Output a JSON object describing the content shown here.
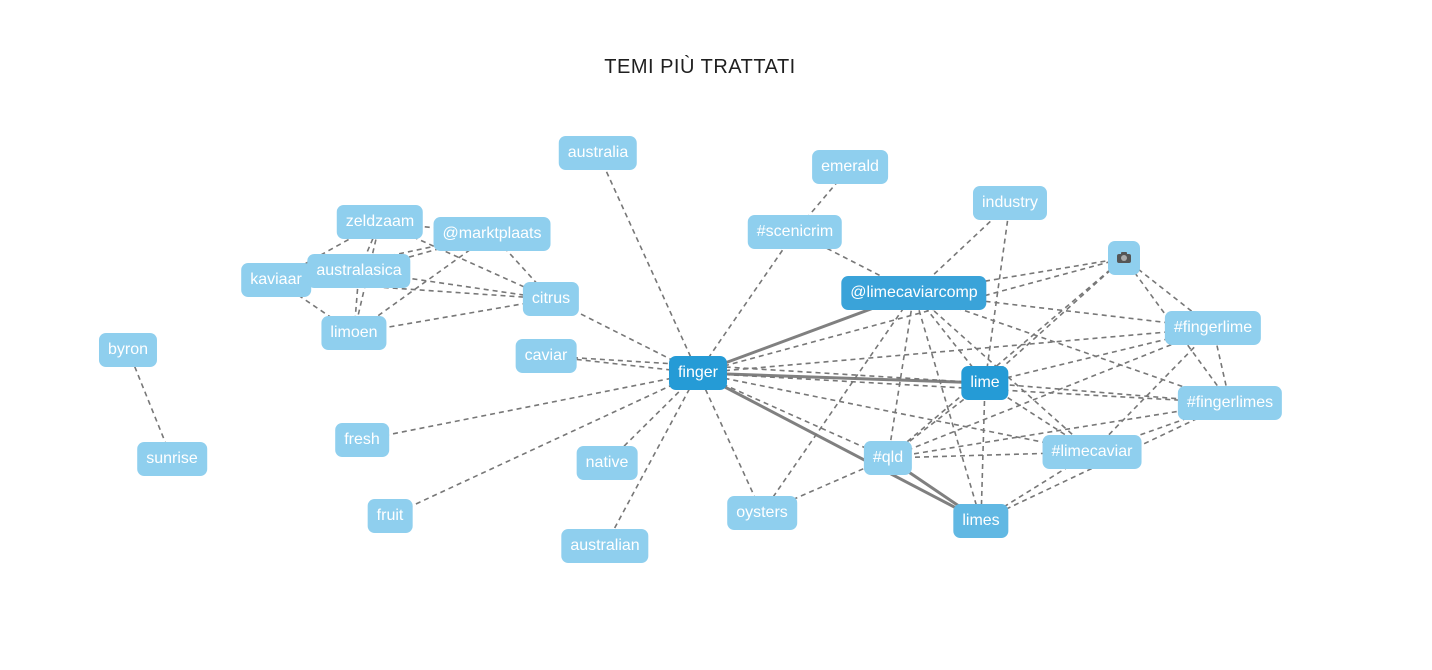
{
  "title": "TEMI PIÙ TRATTATI",
  "colors": {
    "node_light": "#8fcfee",
    "node_mid": "#61b8e3",
    "node_dark": "#259bd6",
    "edge_dashed": "#777777",
    "edge_strong": "#808080",
    "text": "#ffffff"
  },
  "nodes": [
    {
      "id": "australia",
      "label": "australia",
      "tone": "t1"
    },
    {
      "id": "emerald",
      "label": "emerald",
      "tone": "t1"
    },
    {
      "id": "industry",
      "label": "industry",
      "tone": "t1"
    },
    {
      "id": "zeldzaam",
      "label": "zeldzaam",
      "tone": "t1"
    },
    {
      "id": "marktplaats",
      "label": "@marktplaats",
      "tone": "t1"
    },
    {
      "id": "scenicrim",
      "label": "#scenicrim",
      "tone": "t1"
    },
    {
      "id": "camera",
      "label": "",
      "icon": "camera-icon",
      "tone": "t1"
    },
    {
      "id": "kaviaar",
      "label": "kaviaar",
      "tone": "t1"
    },
    {
      "id": "australasica",
      "label": "australasica",
      "tone": "t1"
    },
    {
      "id": "citrus",
      "label": "citrus",
      "tone": "t1"
    },
    {
      "id": "limecaviarcomp",
      "label": "@limecaviarcomp",
      "tone": "t3"
    },
    {
      "id": "fingerlime",
      "label": "#fingerlime",
      "tone": "t1"
    },
    {
      "id": "limoen",
      "label": "limoen",
      "tone": "t1"
    },
    {
      "id": "byron",
      "label": "byron",
      "tone": "t1"
    },
    {
      "id": "caviar",
      "label": "caviar",
      "tone": "t1"
    },
    {
      "id": "finger",
      "label": "finger",
      "tone": "t4"
    },
    {
      "id": "lime",
      "label": "lime",
      "tone": "t4"
    },
    {
      "id": "fingerlimes",
      "label": "#fingerlimes",
      "tone": "t1"
    },
    {
      "id": "fresh",
      "label": "fresh",
      "tone": "t1"
    },
    {
      "id": "limecaviar",
      "label": "#limecaviar",
      "tone": "t1"
    },
    {
      "id": "sunrise",
      "label": "sunrise",
      "tone": "t1"
    },
    {
      "id": "native",
      "label": "native",
      "tone": "t1"
    },
    {
      "id": "qld",
      "label": "#qld",
      "tone": "t1"
    },
    {
      "id": "fruit",
      "label": "fruit",
      "tone": "t1"
    },
    {
      "id": "oysters",
      "label": "oysters",
      "tone": "t1"
    },
    {
      "id": "limes",
      "label": "limes",
      "tone": "t2"
    },
    {
      "id": "australian",
      "label": "australian",
      "tone": "t1"
    }
  ],
  "edges": [
    {
      "from": "finger",
      "to": "lime",
      "weight": "strong"
    },
    {
      "from": "finger",
      "to": "limecaviarcomp",
      "weight": "strong"
    },
    {
      "from": "finger",
      "to": "limes",
      "weight": "strong"
    },
    {
      "from": "finger",
      "to": "australia",
      "weight": "dashed"
    },
    {
      "from": "finger",
      "to": "scenicrim",
      "weight": "dashed"
    },
    {
      "from": "finger",
      "to": "citrus",
      "weight": "dashed"
    },
    {
      "from": "finger",
      "to": "caviar",
      "weight": "dashed"
    },
    {
      "from": "finger",
      "to": "fresh",
      "weight": "dashed"
    },
    {
      "from": "finger",
      "to": "fruit",
      "weight": "dashed"
    },
    {
      "from": "finger",
      "to": "native",
      "weight": "dashed"
    },
    {
      "from": "finger",
      "to": "australian",
      "weight": "dashed"
    },
    {
      "from": "finger",
      "to": "oysters",
      "weight": "dashed"
    },
    {
      "from": "finger",
      "to": "qld",
      "weight": "dashed"
    },
    {
      "from": "finger",
      "to": "limecaviar",
      "weight": "dashed"
    },
    {
      "from": "finger",
      "to": "fingerlime",
      "weight": "dashed"
    },
    {
      "from": "finger",
      "to": "fingerlimes",
      "weight": "dashed"
    },
    {
      "from": "finger",
      "to": "camera",
      "weight": "dashed"
    },
    {
      "from": "caviar",
      "to": "lime",
      "weight": "dashed"
    },
    {
      "from": "byron",
      "to": "sunrise",
      "weight": "dashed"
    },
    {
      "from": "emerald",
      "to": "scenicrim",
      "weight": "dashed"
    },
    {
      "from": "scenicrim",
      "to": "limecaviarcomp",
      "weight": "dashed"
    },
    {
      "from": "industry",
      "to": "lime",
      "weight": "dashed"
    },
    {
      "from": "industry",
      "to": "limecaviarcomp",
      "weight": "dashed"
    },
    {
      "from": "zeldzaam",
      "to": "kaviaar",
      "weight": "dashed"
    },
    {
      "from": "zeldzaam",
      "to": "australasica",
      "weight": "dashed"
    },
    {
      "from": "zeldzaam",
      "to": "limoen",
      "weight": "dashed"
    },
    {
      "from": "zeldzaam",
      "to": "citrus",
      "weight": "dashed"
    },
    {
      "from": "zeldzaam",
      "to": "marktplaats",
      "weight": "dashed"
    },
    {
      "from": "marktplaats",
      "to": "kaviaar",
      "weight": "dashed"
    },
    {
      "from": "marktplaats",
      "to": "australasica",
      "weight": "dashed"
    },
    {
      "from": "marktplaats",
      "to": "limoen",
      "weight": "dashed"
    },
    {
      "from": "marktplaats",
      "to": "citrus",
      "weight": "dashed"
    },
    {
      "from": "kaviaar",
      "to": "citrus",
      "weight": "dashed"
    },
    {
      "from": "kaviaar",
      "to": "limoen",
      "weight": "dashed"
    },
    {
      "from": "australasica",
      "to": "citrus",
      "weight": "dashed"
    },
    {
      "from": "australasica",
      "to": "limoen",
      "weight": "dashed"
    },
    {
      "from": "limoen",
      "to": "citrus",
      "weight": "dashed"
    },
    {
      "from": "limecaviarcomp",
      "to": "camera",
      "weight": "dashed"
    },
    {
      "from": "limecaviarcomp",
      "to": "fingerlime",
      "weight": "dashed"
    },
    {
      "from": "limecaviarcomp",
      "to": "fingerlimes",
      "weight": "dashed"
    },
    {
      "from": "limecaviarcomp",
      "to": "lime",
      "weight": "dashed"
    },
    {
      "from": "limecaviarcomp",
      "to": "qld",
      "weight": "dashed"
    },
    {
      "from": "limecaviarcomp",
      "to": "limes",
      "weight": "dashed"
    },
    {
      "from": "limecaviarcomp",
      "to": "limecaviar",
      "weight": "dashed"
    },
    {
      "from": "limecaviarcomp",
      "to": "oysters",
      "weight": "dashed"
    },
    {
      "from": "camera",
      "to": "fingerlime",
      "weight": "dashed"
    },
    {
      "from": "camera",
      "to": "fingerlimes",
      "weight": "dashed"
    },
    {
      "from": "camera",
      "to": "lime",
      "weight": "dashed"
    },
    {
      "from": "camera",
      "to": "qld",
      "weight": "dashed"
    },
    {
      "from": "fingerlime",
      "to": "lime",
      "weight": "dashed"
    },
    {
      "from": "fingerlime",
      "to": "fingerlimes",
      "weight": "dashed"
    },
    {
      "from": "fingerlime",
      "to": "qld",
      "weight": "dashed"
    },
    {
      "from": "fingerlime",
      "to": "limecaviar",
      "weight": "dashed"
    },
    {
      "from": "fingerlimes",
      "to": "lime",
      "weight": "dashed"
    },
    {
      "from": "fingerlimes",
      "to": "qld",
      "weight": "dashed"
    },
    {
      "from": "fingerlimes",
      "to": "limecaviar",
      "weight": "dashed"
    },
    {
      "from": "fingerlimes",
      "to": "limes",
      "weight": "dashed"
    },
    {
      "from": "lime",
      "to": "qld",
      "weight": "dashed"
    },
    {
      "from": "lime",
      "to": "limecaviar",
      "weight": "dashed"
    },
    {
      "from": "lime",
      "to": "limes",
      "weight": "dashed"
    },
    {
      "from": "qld",
      "to": "limecaviar",
      "weight": "dashed"
    },
    {
      "from": "qld",
      "to": "limes",
      "weight": "strong"
    },
    {
      "from": "qld",
      "to": "oysters",
      "weight": "dashed"
    },
    {
      "from": "limecaviar",
      "to": "limes",
      "weight": "dashed"
    }
  ]
}
